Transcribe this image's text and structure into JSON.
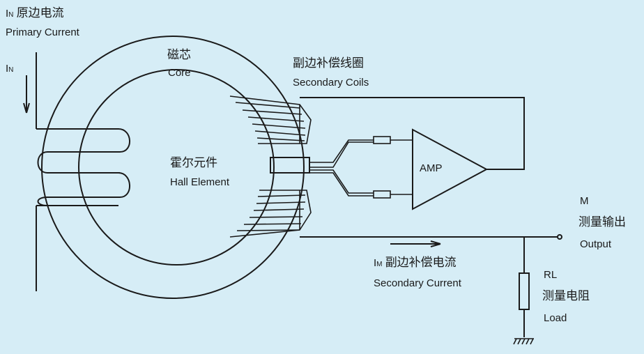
{
  "primary": {
    "symbol_main": "I",
    "symbol_sub": "N",
    "label_cn": "原边电流",
    "label_en": "Primary Current",
    "arrow_symbol_main": "I",
    "arrow_symbol_sub": "N"
  },
  "core": {
    "label_cn": "磁芯",
    "label_en": "Core"
  },
  "secondary_coils": {
    "label_cn": "副边补偿线圈",
    "label_en": "Secondary Coils"
  },
  "hall": {
    "label_cn": "霍尔元件",
    "label_en": "Hall Element"
  },
  "amp": {
    "label": "AMP"
  },
  "output": {
    "label_m": "M",
    "label_cn": "测量输出",
    "label_en": "Output"
  },
  "secondary_current": {
    "symbol_main": "I",
    "symbol_sub": "M",
    "label_cn": "副边补偿电流",
    "label_en": "Secondary Current"
  },
  "load": {
    "label_rl": "RL",
    "label_cn": "测量电阻",
    "label_en": "Load"
  },
  "colors": {
    "background": "#d6edf6",
    "line": "#1a1a1a"
  }
}
